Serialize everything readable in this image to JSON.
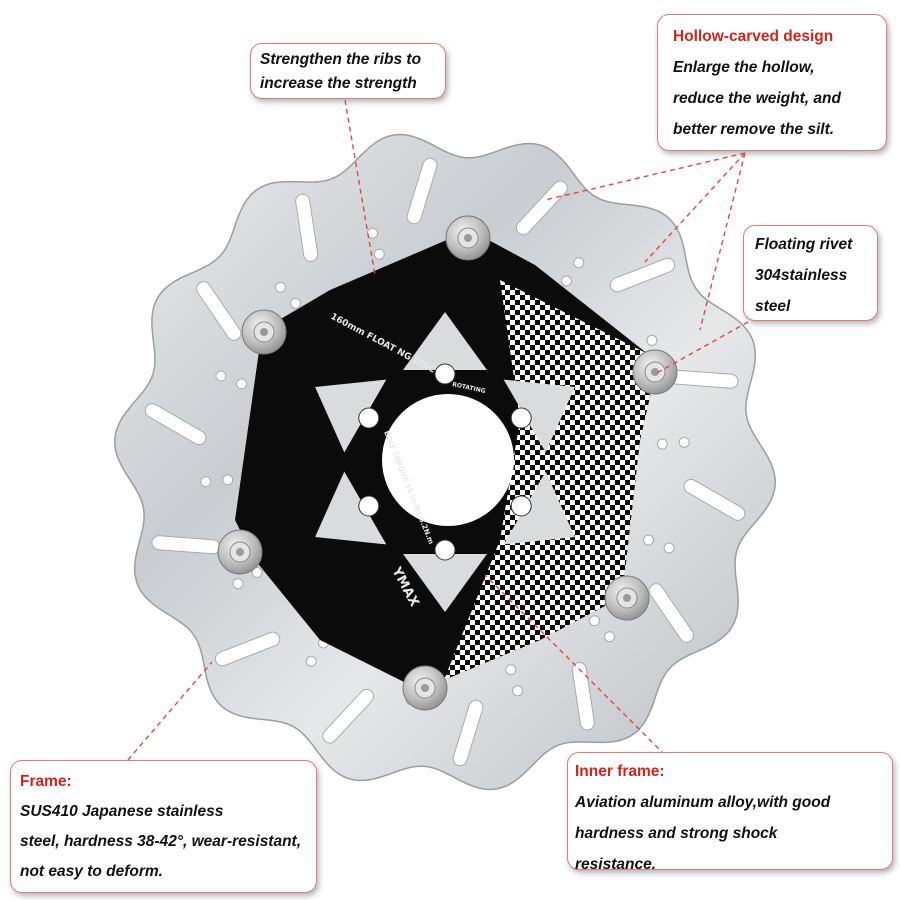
{
  "disc": {
    "print_top": "160mm FLOAT NG DISC",
    "print_rotating": "ROTATING",
    "print_bolt": "BOLT TORQUE 55 in-lbs 6.2N.m",
    "brand": "YMAX",
    "colors": {
      "rotor_steel": "#d4d6d8",
      "spider": "#0b0b0b",
      "rivet": "#c9c9c9",
      "callout_border": "#d9807a",
      "leader_line": "#e04848",
      "title_red": "#d0231b"
    }
  },
  "callouts": {
    "ribs": {
      "lines": [
        "Strengthen the ribs to",
        "increase the strength"
      ]
    },
    "hollow": {
      "title": "Hollow-carved design",
      "lines": [
        "Enlarge the hollow,",
        "reduce the weight, and",
        "better remove the silt."
      ]
    },
    "rivet": {
      "lines": [
        "Floating rivet",
        "304stainless",
        "steel"
      ]
    },
    "frame": {
      "title": "Frame:",
      "lines": [
        "SUS410 Japanese stainless",
        "steel, hardness 38-42°, wear-resistant,",
        "not easy to deform."
      ]
    },
    "inner": {
      "title": "Inner frame:",
      "lines": [
        "Aviation aluminum alloy,with good",
        "hardness and strong shock",
        "resistance."
      ]
    }
  }
}
